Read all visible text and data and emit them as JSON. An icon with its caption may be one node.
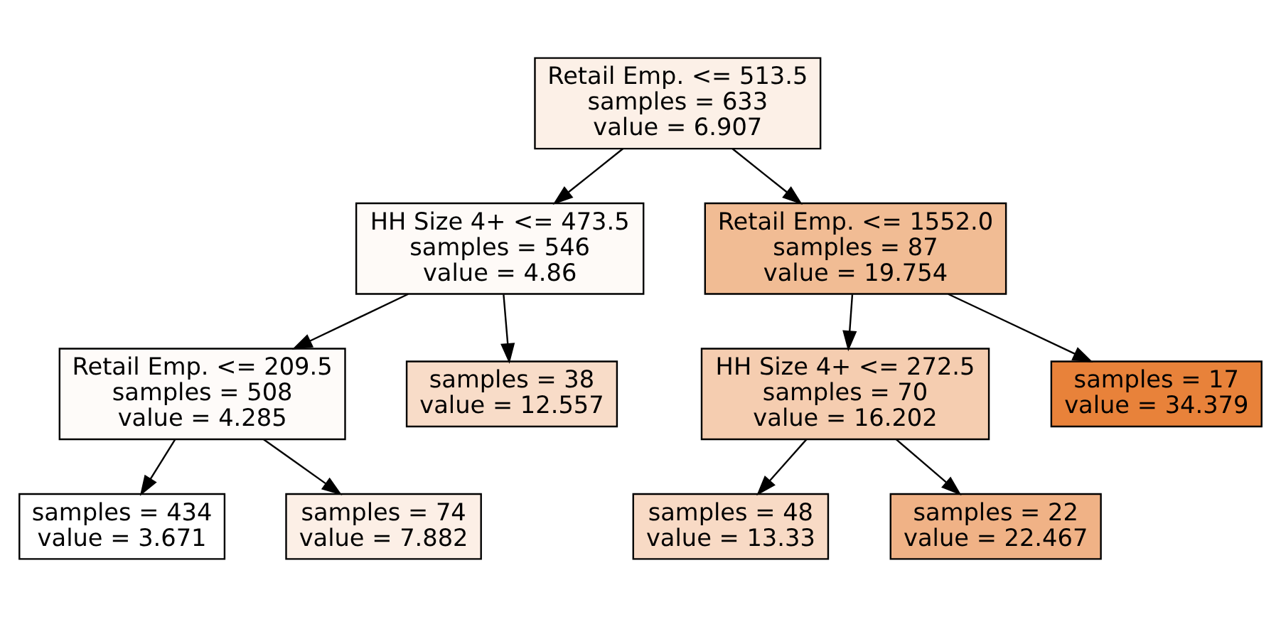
{
  "diagram": {
    "nodes": [
      {
        "text": [
          "Retail Emp. <= 513.5",
          "samples = 633",
          "value = 6.907"
        ]
      },
      {
        "text": [
          "HH Size 4+ <= 473.5",
          "samples = 546",
          "value = 4.86"
        ]
      },
      {
        "text": [
          "Retail Emp. <= 1552.0",
          "samples = 87",
          "value = 19.754"
        ]
      },
      {
        "text": [
          "Retail Emp. <= 209.5",
          "samples = 508",
          "value = 4.285"
        ]
      },
      {
        "text": [
          "samples = 38",
          "value = 12.557"
        ]
      },
      {
        "text": [
          "HH Size 4+ <= 272.5",
          "samples = 70",
          "value = 16.202"
        ]
      },
      {
        "text": [
          "samples = 17",
          "value = 34.379"
        ]
      },
      {
        "text": [
          "samples = 434",
          "value = 3.671"
        ]
      },
      {
        "text": [
          "samples = 74",
          "value = 7.882"
        ]
      },
      {
        "text": [
          "samples = 48",
          "value = 13.33"
        ]
      },
      {
        "text": [
          "samples = 22",
          "value = 22.467"
        ]
      }
    ],
    "edges": [
      {
        "from": 0,
        "to": 1,
        "arrow": "to"
      },
      {
        "from": 0,
        "to": 2,
        "arrow": "to"
      },
      {
        "from": 1,
        "to": 3,
        "arrow": "to"
      },
      {
        "from": 1,
        "to": 4,
        "arrow": "to"
      },
      {
        "from": 2,
        "to": 5,
        "arrow": "to"
      },
      {
        "from": 2,
        "to": 6,
        "arrow": "to"
      },
      {
        "from": 3,
        "to": 7,
        "arrow": "to"
      },
      {
        "from": 3,
        "to": 8,
        "arrow": "to"
      },
      {
        "from": 5,
        "to": 9,
        "arrow": "to"
      },
      {
        "from": 5,
        "to": 10,
        "arrow": "to"
      }
    ]
  }
}
